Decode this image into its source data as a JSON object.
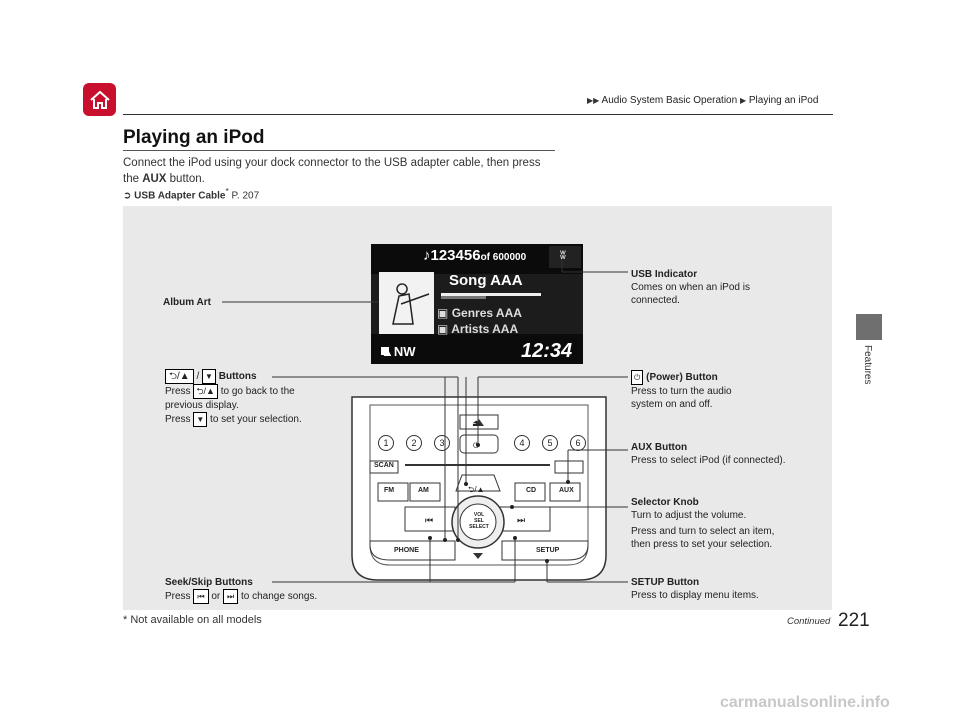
{
  "header": {
    "breadcrumb_1": "Audio System Basic Operation",
    "breadcrumb_2": "Playing an iPod",
    "side_tab": "Features"
  },
  "section": {
    "title": "Playing an iPod",
    "intro_1": "Connect the iPod using your dock connector to the USB adapter cable, then press",
    "intro_2a": "the ",
    "intro_2b": "AUX",
    "intro_2c": " button.",
    "xref_label": "USB Adapter Cable",
    "xref_star": "*",
    "xref_page": " P. 207"
  },
  "screen": {
    "track_number": "123456",
    "track_of": "of 600000",
    "song": "Song AAA",
    "genre": "Genres AAA",
    "artist": "Artists AAA",
    "compass": "NW",
    "clock": "12:34"
  },
  "callouts": {
    "album_art": "Album Art",
    "usb_title": "USB Indicator",
    "usb_desc_1": "Comes on when an iPod is",
    "usb_desc_2": "connected.",
    "back_slash": "/",
    "back_title": "Buttons",
    "back_press1a": "Press",
    "back_press1b": "to go back to the",
    "back_press1c": "previous display.",
    "back_press2a": "Press",
    "back_press2b": "to set your selection.",
    "power_title": "(Power) Button",
    "power_desc_1": "Press to turn the audio",
    "power_desc_2": "system on and off.",
    "aux_title": "AUX Button",
    "aux_desc": "Press to select iPod (if connected).",
    "knob_title": "Selector Knob",
    "knob_desc_1": "Turn to adjust the volume.",
    "knob_desc_2": "Press and turn to select an item,",
    "knob_desc_3": "then press to set your selection.",
    "seek_title": "Seek/Skip Buttons",
    "seek_press": "Press",
    "seek_or": "or",
    "seek_to": "to change songs.",
    "setup_title": "SETUP Button",
    "setup_desc": "Press to display menu items."
  },
  "unit": {
    "presets": [
      "1",
      "2",
      "3",
      "4",
      "5",
      "6"
    ],
    "scan": "SCAN",
    "fm": "FM",
    "am": "AM",
    "cd": "CD",
    "aux": "AUX",
    "phone": "PHONE",
    "setup": "SETUP",
    "knob_1": "VOL",
    "knob_2": "SEL",
    "knob_3": "SELECT"
  },
  "footer": {
    "note": "* Not available on all models",
    "continued": "Continued",
    "page": "221",
    "watermark": "carmanualsonline.info"
  }
}
